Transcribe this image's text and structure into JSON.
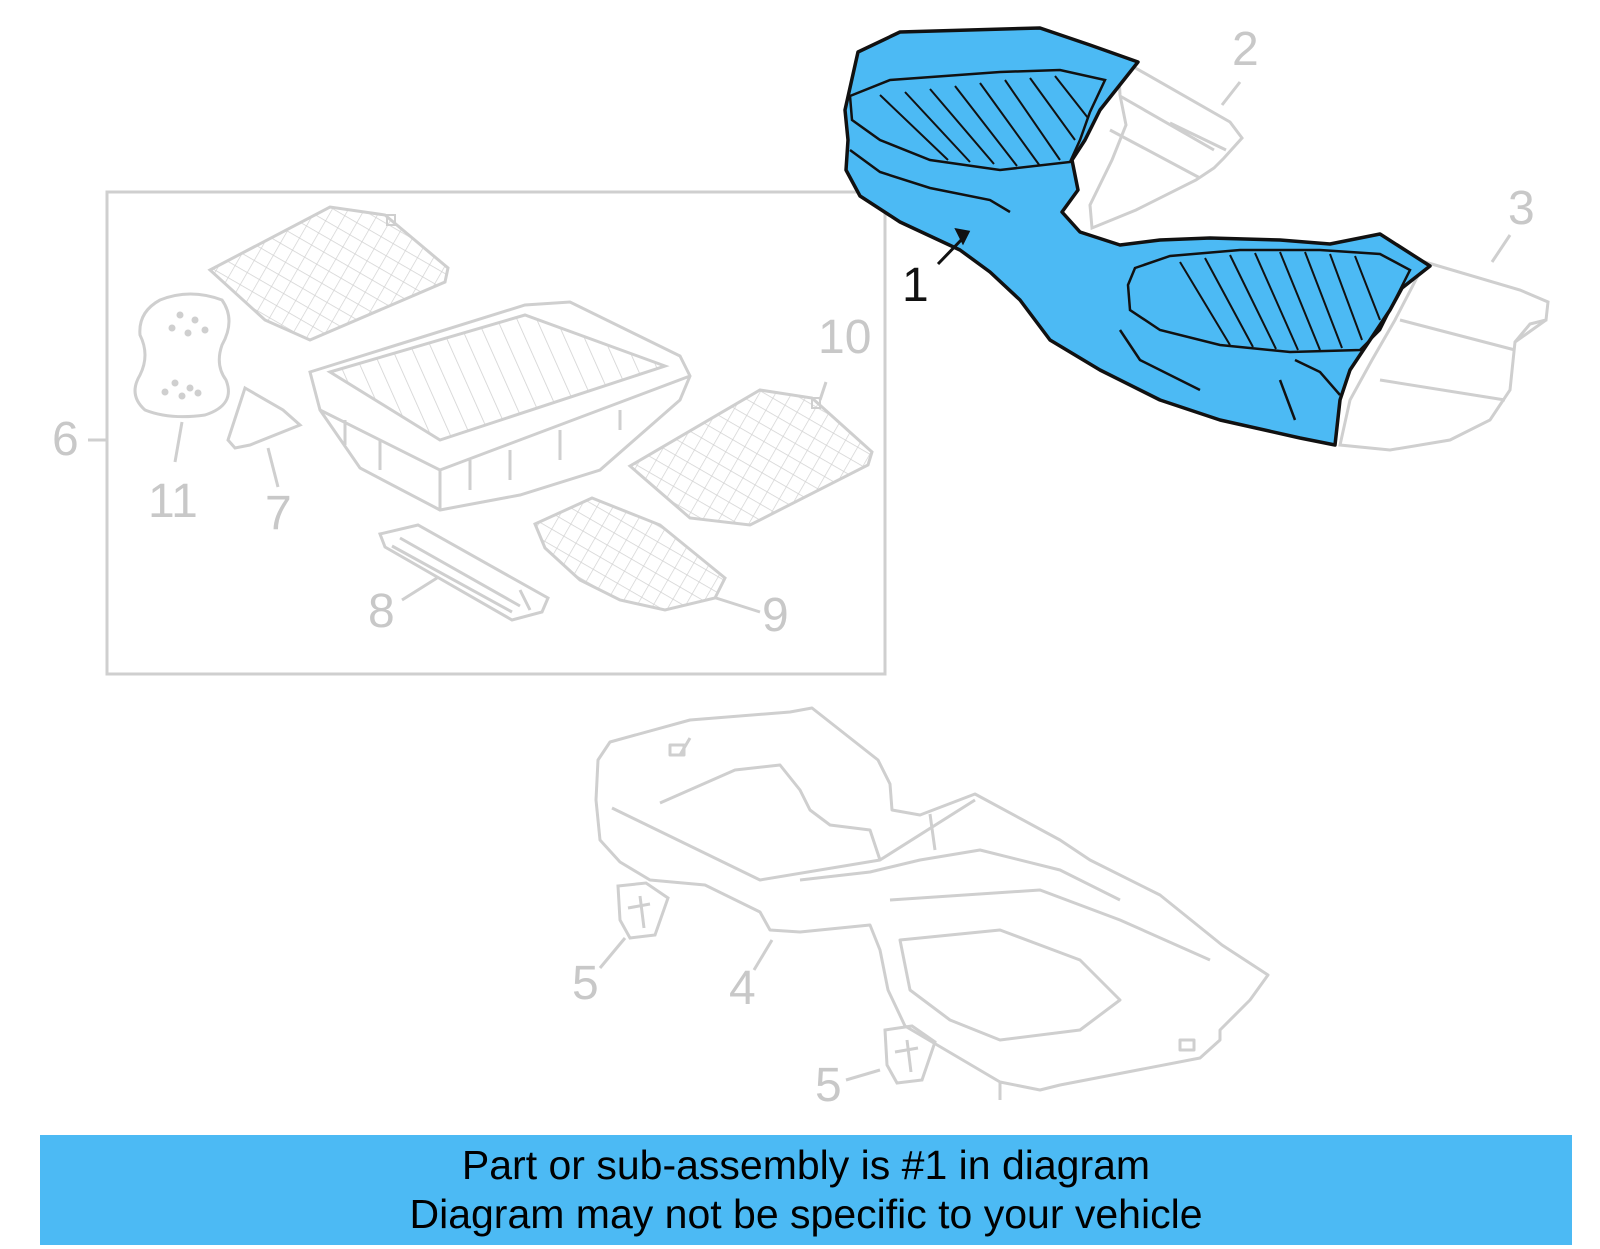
{
  "colors": {
    "highlight_fill": "#4cbaf4",
    "highlight_stroke": "#111111",
    "ghost_stroke": "#cfcfcf",
    "banner_fill": "#4cbaf4",
    "callout_active": "#111111",
    "callout_inactive": "#c8c8c8"
  },
  "callouts": {
    "c1": "1",
    "c2": "2",
    "c3": "3",
    "c4": "4",
    "c5a": "5",
    "c5b": "5",
    "c6": "6",
    "c7": "7",
    "c8": "8",
    "c9": "9",
    "c10": "10",
    "c11": "11"
  },
  "banner": {
    "line1": "Part or sub-assembly is #1 in diagram",
    "line2": "Diagram may not be specific to your vehicle"
  }
}
